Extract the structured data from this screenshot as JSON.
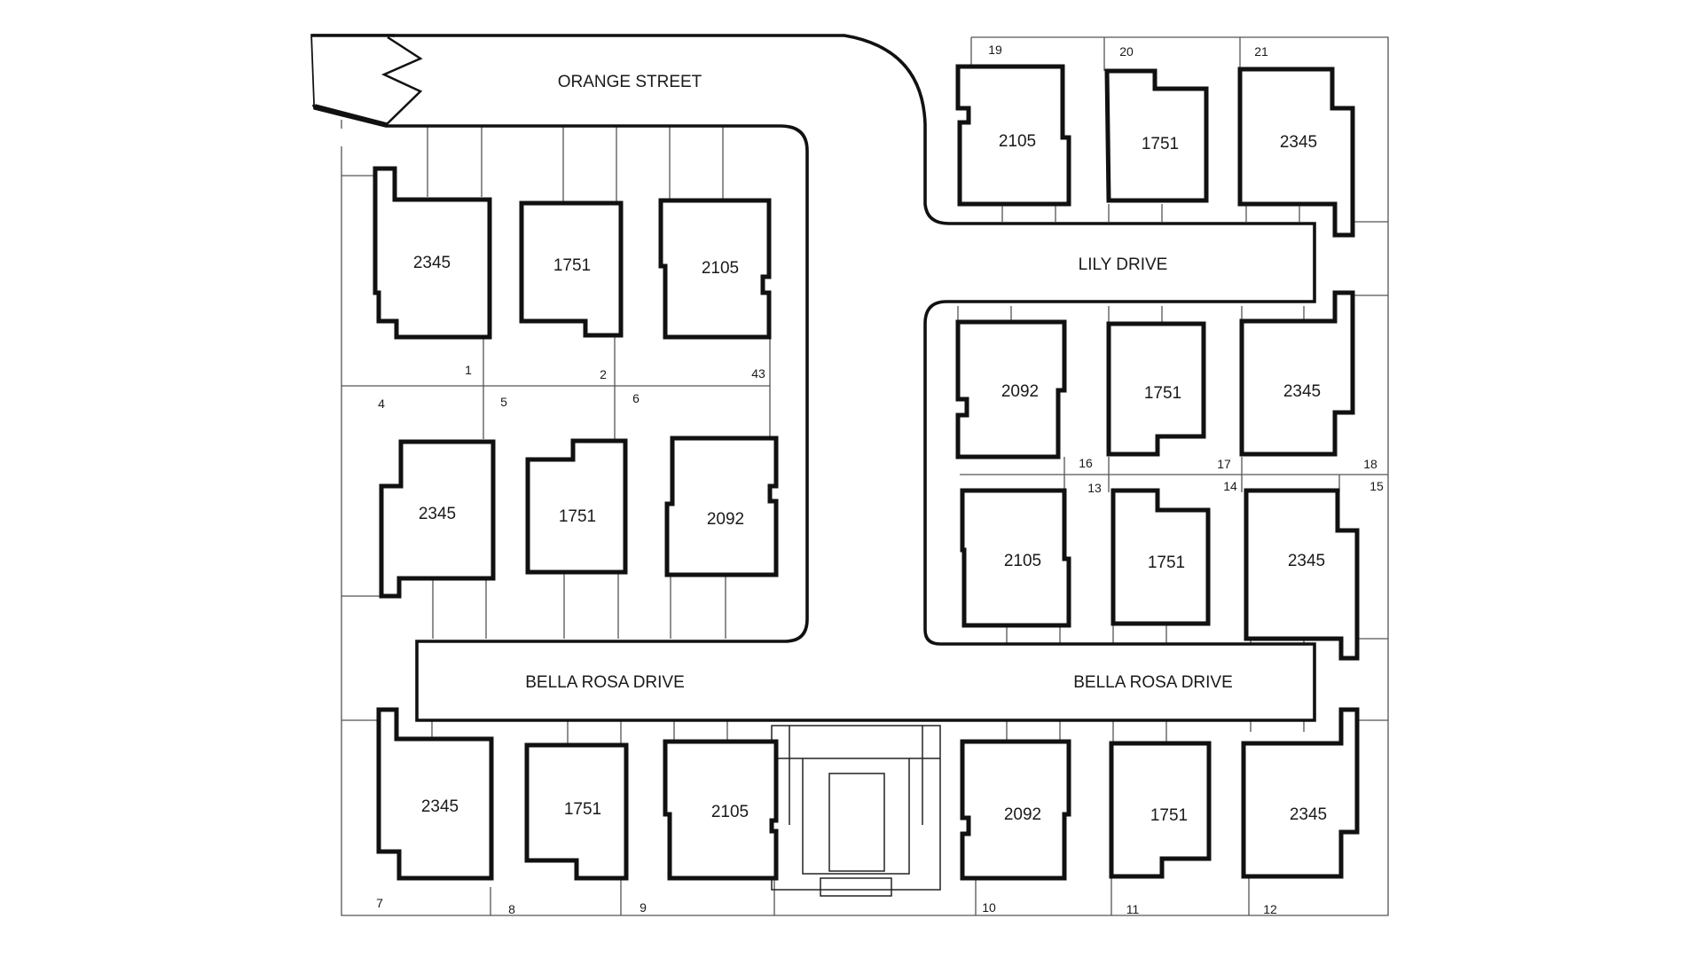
{
  "streets": {
    "orange": "ORANGE STREET",
    "lily": "LILY DRIVE",
    "bella_rosa_west": "BELLA ROSA DRIVE",
    "bella_rosa_east": "BELLA ROSA DRIVE"
  },
  "lots": [
    {
      "id": "1",
      "plan": "2345"
    },
    {
      "id": "2",
      "plan": "1751"
    },
    {
      "id": "43",
      "plan": "2105"
    },
    {
      "id": "4",
      "plan": "2345"
    },
    {
      "id": "5",
      "plan": "1751"
    },
    {
      "id": "6",
      "plan": "2092"
    },
    {
      "id": "7",
      "plan": "2345"
    },
    {
      "id": "8",
      "plan": "1751"
    },
    {
      "id": "9",
      "plan": "2105"
    },
    {
      "id": "10",
      "plan": "2092"
    },
    {
      "id": "11",
      "plan": "1751"
    },
    {
      "id": "12",
      "plan": "2345"
    },
    {
      "id": "13",
      "plan": "2105"
    },
    {
      "id": "14",
      "plan": "1751"
    },
    {
      "id": "15",
      "plan": "2345"
    },
    {
      "id": "16",
      "plan": "2092"
    },
    {
      "id": "17",
      "plan": "1751"
    },
    {
      "id": "18",
      "plan": "2345"
    },
    {
      "id": "19",
      "plan": "2105"
    },
    {
      "id": "20",
      "plan": "1751"
    },
    {
      "id": "21",
      "plan": "2345"
    }
  ]
}
